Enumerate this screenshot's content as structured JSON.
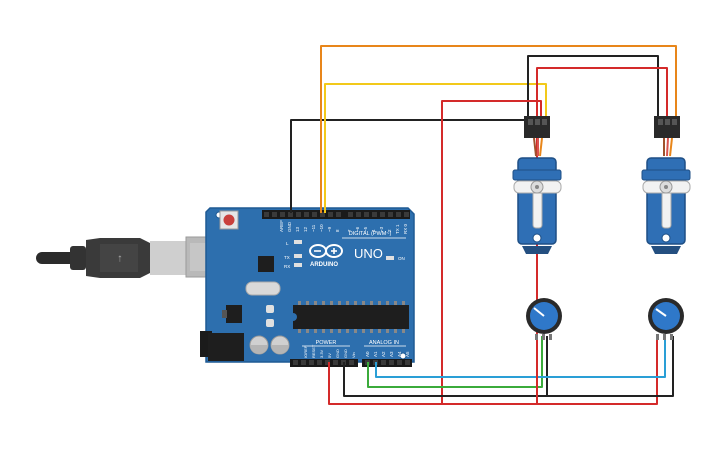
{
  "board": {
    "brand": "ARDUINO",
    "model": "UNO",
    "digital_header": "DIGITAL (PWM~)",
    "power_header": "POWER",
    "analog_header": "ANALOG IN",
    "on_label": "ON",
    "led_l": "L",
    "led_tx": "TX",
    "led_rx": "RX",
    "digital_pins": [
      "AREF",
      "GND",
      "13",
      "12",
      "~11",
      "~10",
      "~9",
      "8",
      "7",
      "~6",
      "~5",
      "4",
      "~3",
      "2",
      "TX 1",
      "RX 0"
    ],
    "power_pins": [
      "IOREF",
      "RESET",
      "3.3V",
      "5V",
      "GND",
      "GND",
      "Vin"
    ],
    "analog_pins": [
      "A0",
      "A1",
      "A2",
      "A3",
      "A4",
      "A5"
    ]
  },
  "colors": {
    "wire_red": "#d42a2a",
    "wire_black": "#222222",
    "wire_orange": "#e8861a",
    "wire_yellow": "#f2c91a",
    "wire_green": "#3bab3b",
    "wire_blue": "#2a9fd6",
    "board_blue": "#2d6fae",
    "servo_blue": "#2f6fb5",
    "pot_blue": "#2f78c9"
  }
}
